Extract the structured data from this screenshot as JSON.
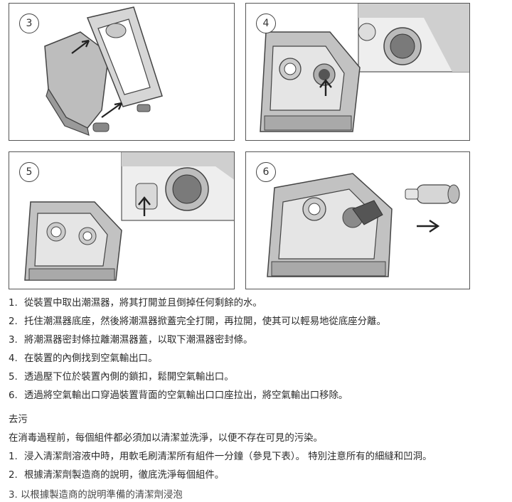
{
  "panels": [
    {
      "step": "3"
    },
    {
      "step": "4"
    },
    {
      "step": "5"
    },
    {
      "step": "6"
    }
  ],
  "steps": [
    {
      "num": "1.",
      "text": "從裝置中取出潮濕器，將其打開並且倒掉任何剩餘的水。"
    },
    {
      "num": "2.",
      "text": "托住潮濕器底座，然後將潮濕器掀蓋完全打開，再拉開，使其可以輕易地從底座分離。"
    },
    {
      "num": "3.",
      "text": "將潮濕器密封條拉離潮濕器蓋，以取下潮濕器密封條。"
    },
    {
      "num": "4.",
      "text": "在裝置的內側找到空氣輸出口。"
    },
    {
      "num": "5.",
      "text": "透過壓下位於裝置內側的鎖扣，鬆開空氣輸出口。"
    },
    {
      "num": "6.",
      "text": "透過將空氣輸出口穿過裝置背面的空氣輸出口口座拉出，將空氣輸出口移除。"
    }
  ],
  "section_title": "去污",
  "section_intro": "在消毒過程前，每個組件都必須加以清潔並洗淨，以便不存在可見的污染。",
  "clean_steps": [
    {
      "num": "1.",
      "text": "浸入清潔劑溶液中時，用軟毛刷清潔所有組件一分鐘（參見下表）。 特別注意所有的細縫和凹洞。"
    },
    {
      "num": "2.",
      "text": "根據清潔劑製造商的說明，徹底洗淨每個組件。"
    }
  ],
  "cut_line": "3. 以根據製造商的說明準備的清潔劑浸泡"
}
